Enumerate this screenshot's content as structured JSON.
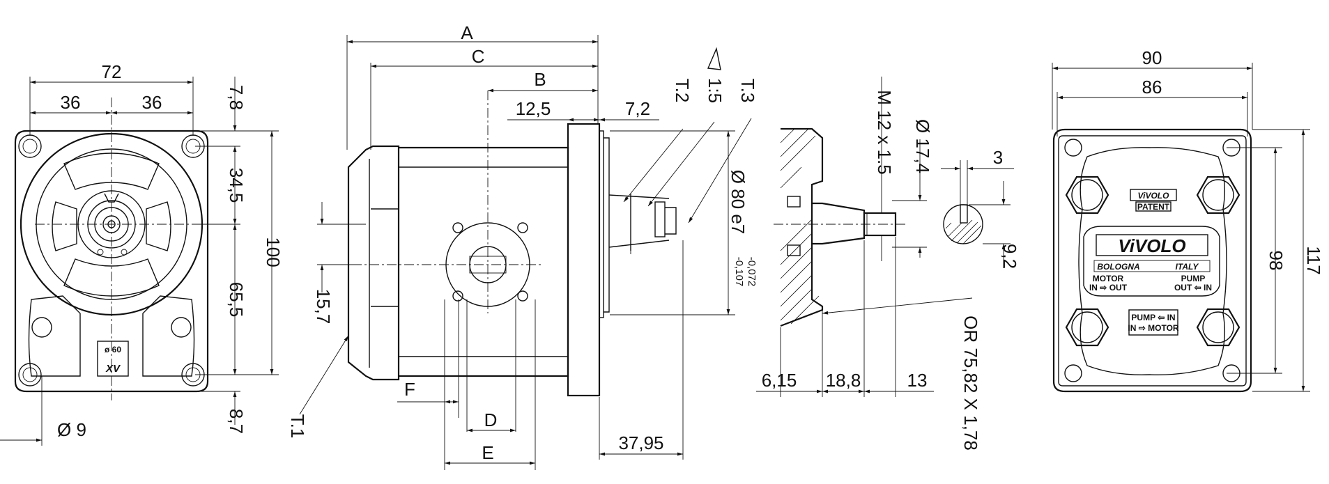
{
  "front_view": {
    "dim_width": "72",
    "dim_half_left": "36",
    "dim_half_right": "36",
    "dim_top_offset": "7,8",
    "dim_upper": "34,5",
    "dim_lower": "65,5",
    "dim_height": "100",
    "dim_bottom_offset": "8,7",
    "dim_hole": "Ø 9",
    "badge_diameter": "ø 60",
    "badge_code": "XV"
  },
  "side_view": {
    "dim_a": "A",
    "dim_c": "C",
    "dim_b": "B",
    "dim_12_5": "12,5",
    "dim_7_2": "7,2",
    "dim_15_7": "15,7",
    "dim_f": "F",
    "dim_d": "D",
    "dim_e": "E",
    "dim_37_95": "37,95",
    "dim_pilot": "Ø 80 e7",
    "tol_upper": "-0,072",
    "tol_lower": "-0,107",
    "taper": "1:5",
    "label_t1": "T.1",
    "label_t2": "T.2",
    "label_t3": "T.3"
  },
  "shaft_section": {
    "thread": "M 12 x 1.5",
    "dim_dia": "Ø 17,4",
    "dim_6_15": "6,15",
    "dim_18_8": "18,8",
    "dim_13": "13",
    "oring": "OR 75,82 X 1,78",
    "key_width": "3",
    "key_height": "9,2"
  },
  "back_view": {
    "dim_width": "90",
    "dim_inner": "86",
    "dim_height": "98",
    "dim_total": "117",
    "brand_small": "ViVOLO",
    "patent": "PATENT",
    "brand_large": "ViVOLO",
    "city": "BOLOGNA",
    "country": "ITALY",
    "motor": "MOTOR",
    "motor_flow": "IN ⇨ OUT",
    "pump": "PUMP",
    "pump_flow": "OUT ⇦ IN",
    "pump_plate_top": "PUMP ⇦ IN",
    "pump_plate_bottom": "IN ⇨ MOTOR"
  }
}
